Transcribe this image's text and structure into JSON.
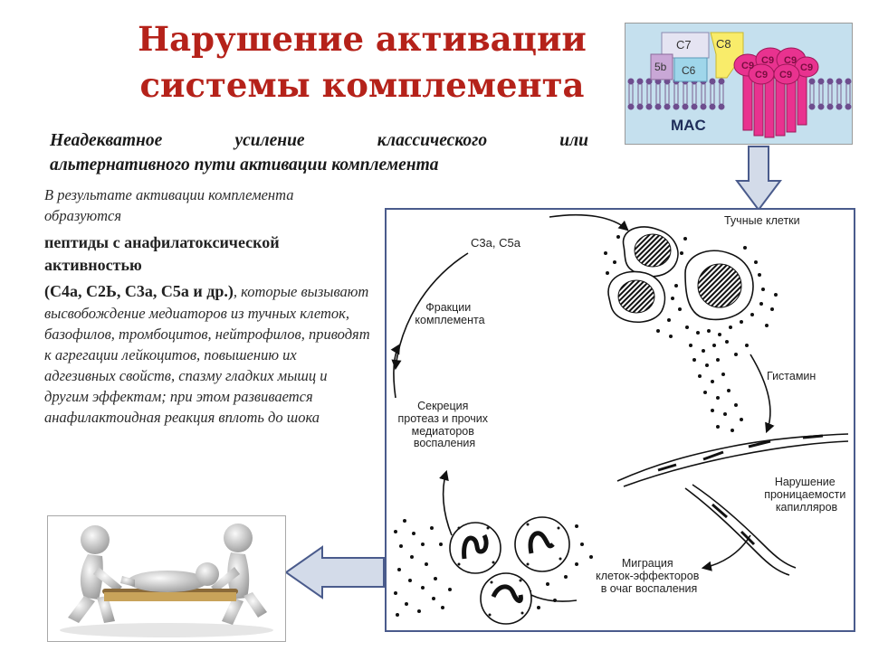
{
  "title": {
    "line1": "Нарушение активации",
    "line2": "системы комплемента"
  },
  "heading": {
    "line1": "Неадекватное усиление классического или",
    "line2": "альтернативного пути активации комплемента"
  },
  "body": {
    "p1": "В результате активации комплемента образуются",
    "p2": "пептиды с анафилатоксической активностью",
    "p3_bold": "(С4а, С2Ь, С3а, С5а и др.)",
    "p3_rest": ", которые вызывают высвобождение медиаторов из тучных клеток, базофилов, тромбоцитов, нейтрофилов, приводят к агрегации лейкоцитов, повышению их адгезивных свойств, спазму гладких мышц и другим эффектам; при этом развивается анафилактоидная реакция вплоть до шока"
  },
  "mac": {
    "c7": "C7",
    "c8": "C8",
    "c5b": "5b",
    "c6": "C6",
    "c9": "C9",
    "label": "MAC"
  },
  "diagram": {
    "c3a_c5a": "С3а, С5а",
    "mast_cells": "Тучные клетки",
    "fractions": [
      "Фракции",
      "комплемента"
    ],
    "histamine": "Гистамин",
    "secretion": [
      "Секреция",
      "протеаз и прочих",
      "медиаторов",
      "воспаления"
    ],
    "permeability": [
      "Нарушение",
      "проницаемости",
      "капилляров"
    ],
    "migration": [
      "Миграция",
      "клеток-эффекторов",
      "в очаг воспаления"
    ]
  },
  "colors": {
    "title": "#b5221a",
    "arrow_fill": "#d3dbe9",
    "arrow_stroke": "#4a5b8c",
    "diagram_border": "#4a5b8c",
    "mac_bg": "#c5e0ee",
    "c9_pink": "#e9328f"
  }
}
